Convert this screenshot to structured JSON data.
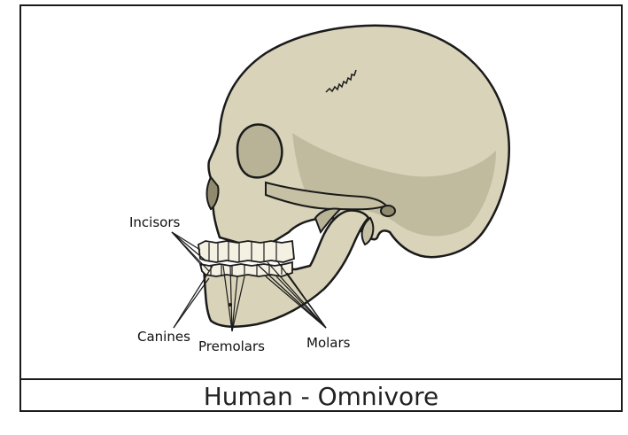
{
  "caption": "Human - Omnivore",
  "labels": {
    "incisors": "Incisors",
    "canines": "Canines",
    "premolars": "Premolars",
    "molars": "Molars"
  },
  "colors": {
    "bone": "#d8d3b9",
    "bone_shadow": "#b8b396",
    "outline": "#1a1a1a",
    "tooth": "#f4f1e2"
  }
}
